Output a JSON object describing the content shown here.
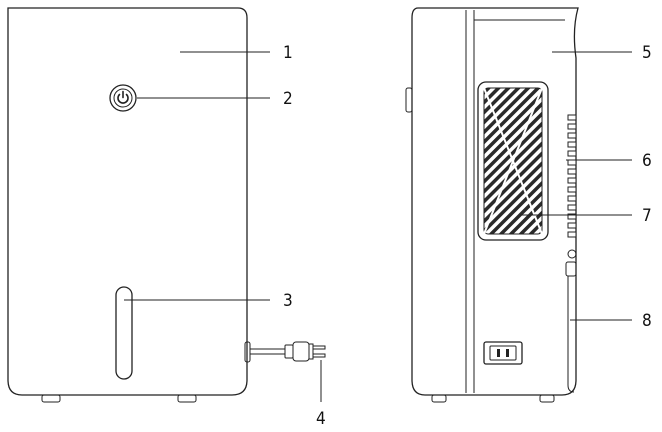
{
  "callouts": [
    {
      "id": "1",
      "label": "1"
    },
    {
      "id": "2",
      "label": "2"
    },
    {
      "id": "3",
      "label": "3"
    },
    {
      "id": "4",
      "label": "4"
    },
    {
      "id": "5",
      "label": "5"
    },
    {
      "id": "6",
      "label": "6"
    },
    {
      "id": "7",
      "label": "7"
    },
    {
      "id": "8",
      "label": "8"
    }
  ],
  "icons": {
    "power": "power-icon"
  }
}
